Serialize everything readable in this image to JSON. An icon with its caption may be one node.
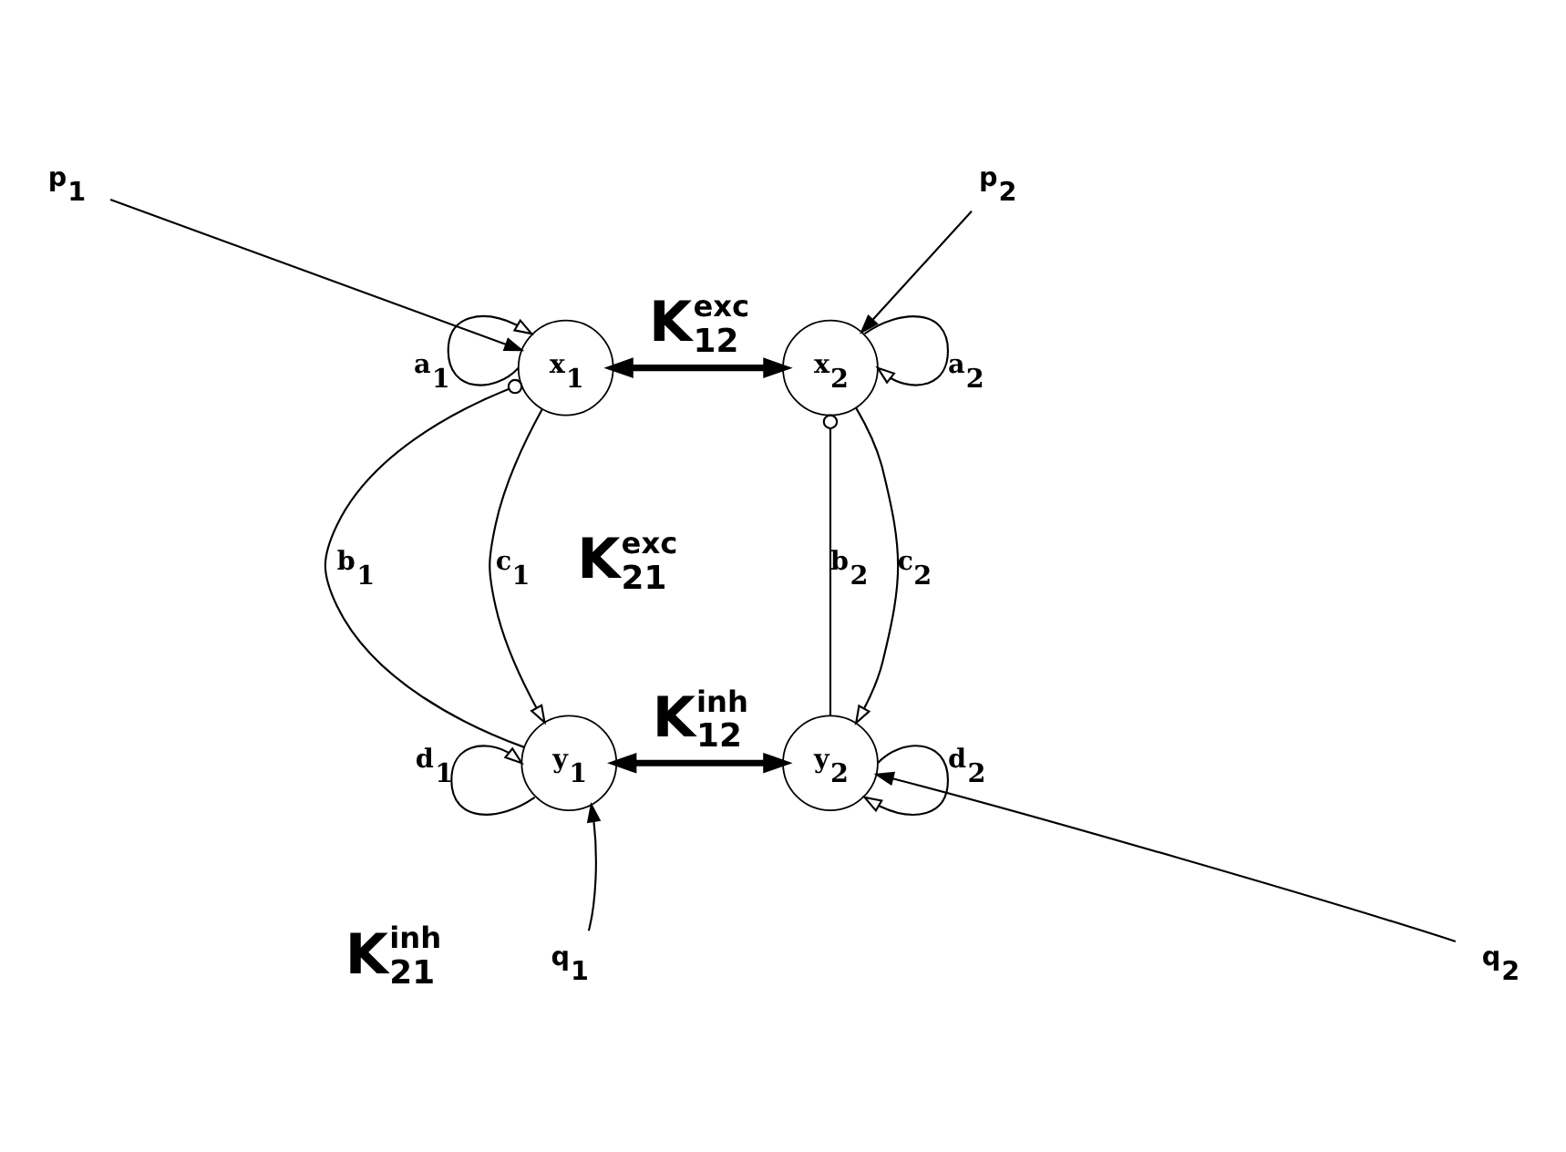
{
  "diagram": {
    "nodes": [
      {
        "text": [
          "p$_{1}$"
        ]
      },
      {
        "text": [
          "x$_{1}$"
        ]
      },
      {
        "text": [
          "x$_{2}$"
        ]
      },
      {
        "text": [
          "p$_{2}$"
        ]
      },
      {
        "text": [
          "y$_{1}$"
        ]
      },
      {
        "text": [
          "y$_{2}$"
        ]
      },
      {
        "text": [
          "q$_{1}$"
        ]
      },
      {
        "text": [
          "q$_{2}$"
        ]
      }
    ],
    "edges": [
      {
        "from": 0,
        "to": 1,
        "arrow": "to"
      },
      {
        "from": 1,
        "to": 1,
        "arrow": "to",
        "label": "a$_{1}$"
      },
      {
        "from": 1,
        "to": 2,
        "arrow": "both",
        "style": "thick",
        "label": "K$^{exc}$$_{12}$"
      },
      {
        "from": 2,
        "to": 2,
        "arrow": "to",
        "label": "a$_{2}$"
      },
      {
        "from": 3,
        "to": 2,
        "arrow": "to"
      },
      {
        "from": 4,
        "to": 1,
        "arrow": "other",
        "label": "b$_{1}$"
      },
      {
        "from": 1,
        "to": 4,
        "arrow": "to",
        "label": "c$_{1}$"
      },
      {
        "from": 5,
        "to": 2,
        "arrow": "other",
        "label": "b$_{2}$"
      },
      {
        "from": 2,
        "to": 5,
        "arrow": "to",
        "label": "c$_{2}$"
      },
      {
        "from": 4,
        "to": 5,
        "arrow": "both",
        "style": "thick",
        "label": "K$^{inh}$$_{12}$"
      },
      {
        "from": 6,
        "to": 4,
        "arrow": "to"
      },
      {
        "from": 4,
        "to": 4,
        "arrow": "to",
        "label": "d$_{1}$"
      },
      {
        "from": 5,
        "to": 5,
        "arrow": "to",
        "label": "d$_{2}$"
      },
      {
        "from": 7,
        "to": 5,
        "arrow": "to"
      }
    ],
    "labels": [
      "K$^{exc}$$_{21}$",
      "K$^{inh}$$_{21}$"
    ]
  }
}
